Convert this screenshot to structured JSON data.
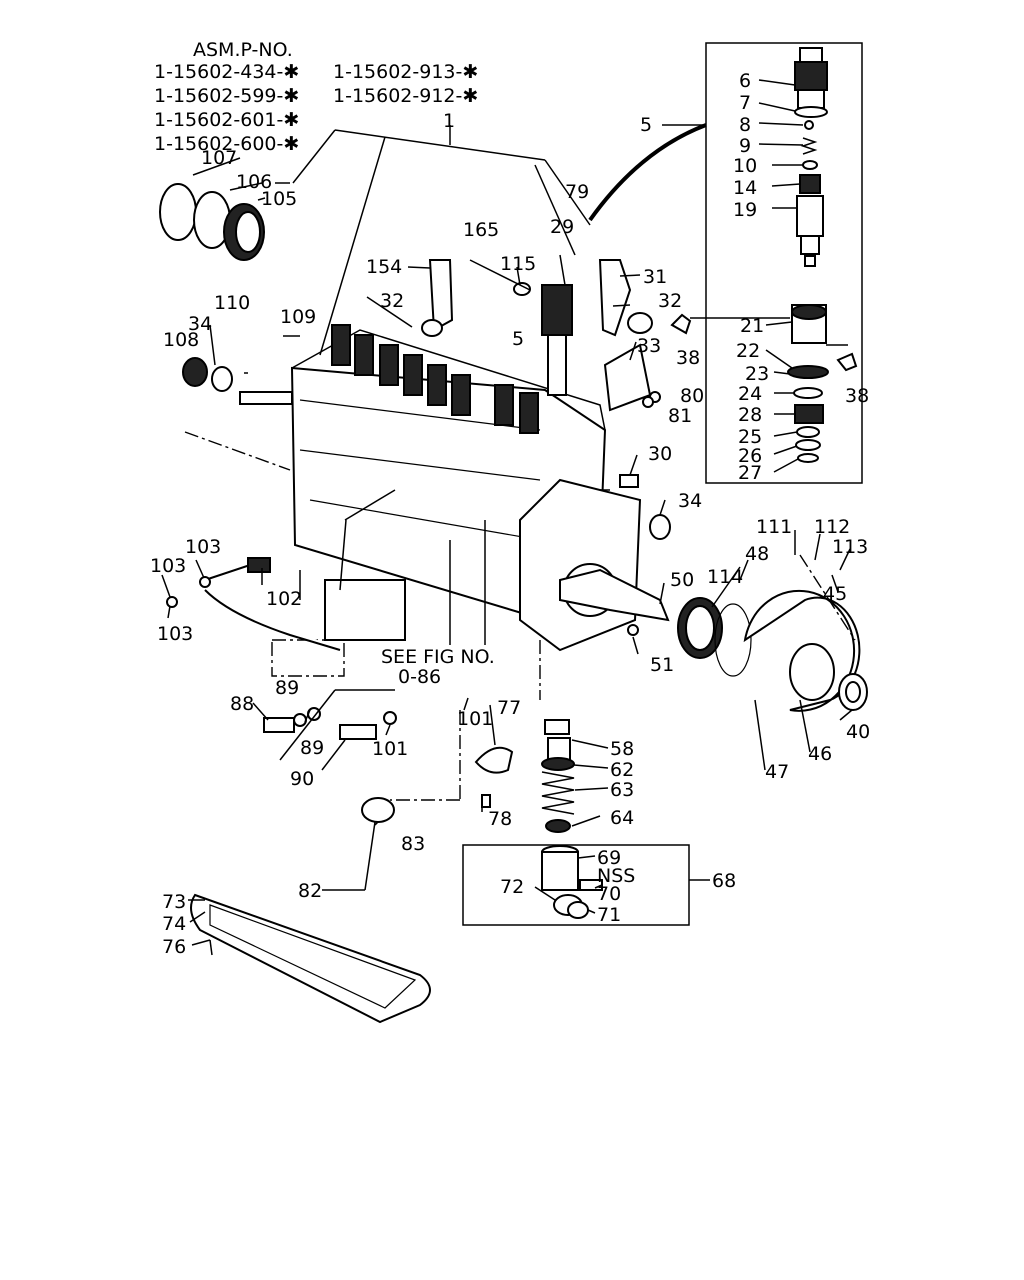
{
  "header": {
    "title": "ASM.P-NO.",
    "asm_numbers_left": [
      "1-15602-434-✱",
      "1-15602-599-✱",
      "1-15602-601-✱",
      "1-15602-600-✱"
    ],
    "asm_numbers_right": [
      "1-15602-913-✱",
      "1-15602-912-✱"
    ]
  },
  "reference": {
    "see_fig_line1": "SEE FIG NO.",
    "see_fig_line2": "0-86"
  },
  "callouts": {
    "c1": "1",
    "c5a": "5",
    "c5b": "5",
    "c6": "6",
    "c7": "7",
    "c8": "8",
    "c9": "9",
    "c10": "10",
    "c14": "14",
    "c19": "19",
    "c21": "21",
    "c22": "22",
    "c23": "23",
    "c24": "24",
    "c25": "25",
    "c26": "26",
    "c27": "27",
    "c28": "28",
    "c29": "29",
    "c30": "30",
    "c31": "31",
    "c32a": "32",
    "c32b": "32",
    "c33": "33",
    "c34a": "34",
    "c34b": "34",
    "c38a": "38",
    "c38b": "38",
    "c40": "40",
    "c45": "45",
    "c46": "46",
    "c47": "47",
    "c48": "48",
    "c50": "50",
    "c51": "51",
    "c58": "58",
    "c62": "62",
    "c63": "63",
    "c64": "64",
    "c68": "68",
    "c69": "69",
    "nss": "NSS",
    "c70": "70",
    "c71": "71",
    "c72": "72",
    "c73": "73",
    "c74": "74",
    "c76": "76",
    "c77": "77",
    "c78": "78",
    "c79": "79",
    "c80": "80",
    "c81": "81",
    "c82": "82",
    "c83": "83",
    "c88": "88",
    "c89a": "89",
    "c89b": "89",
    "c90": "90",
    "c101a": "101",
    "c101b": "101",
    "c102": "102",
    "c103a": "103",
    "c103b": "103",
    "c103c": "103",
    "c105": "105",
    "c106": "106",
    "c107": "107",
    "c108": "108",
    "c109": "109",
    "c110": "110",
    "c111": "111",
    "c112": "112",
    "c113": "113",
    "c114": "114",
    "c115": "115",
    "c154": "154",
    "c165": "165"
  }
}
